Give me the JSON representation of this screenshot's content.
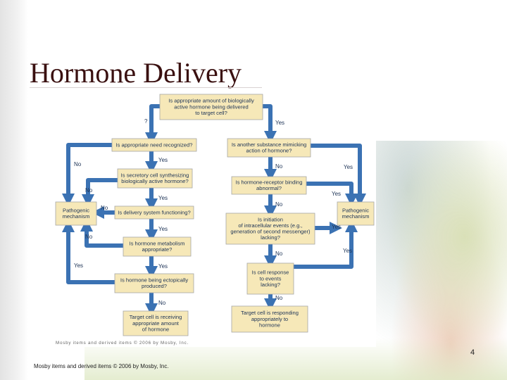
{
  "slide": {
    "title": "Hormone Delivery",
    "number": "4",
    "footer": "Mosby items and derived items © 2006 by Mosby, Inc."
  },
  "figure": {
    "credit": "Mosby items and derived items © 2006 by Mosby, Inc.",
    "nodes": [
      {
        "key": "start",
        "lines": [
          "Is appropriate amount of biologically",
          "active hormone being delivered",
          "to target cell?"
        ]
      },
      {
        "key": "need",
        "lines": [
          "Is appropriate need recognized?"
        ]
      },
      {
        "key": "secretory",
        "lines": [
          "Is secretory cell synthesizing",
          "biologically active hormone?"
        ]
      },
      {
        "key": "delivery",
        "lines": [
          "Is delivery system functioning?"
        ]
      },
      {
        "key": "metabolism",
        "lines": [
          "Is hormone metabolism",
          "appropriate?"
        ]
      },
      {
        "key": "ectopic",
        "lines": [
          "Is hormone being ectopically",
          "produced?"
        ]
      },
      {
        "key": "receiving",
        "lines": [
          "Target cell is receiving",
          "appropriate amount",
          "of hormone"
        ]
      },
      {
        "key": "mimicking",
        "lines": [
          "Is another substance mimicking",
          "action of hormone?"
        ]
      },
      {
        "key": "binding",
        "lines": [
          "Is hormone-receptor binding",
          "abnormal?"
        ]
      },
      {
        "key": "initiation",
        "lines": [
          "Is initiation",
          "of intracellular events (e.g.,",
          "generation of second messenger)",
          "lacking?"
        ]
      },
      {
        "key": "response",
        "lines": [
          "Is cell response",
          "to events",
          "lacking?"
        ]
      },
      {
        "key": "responding",
        "lines": [
          "Target cell is responding",
          "appropriately to",
          "hormone"
        ]
      },
      {
        "key": "patho_left",
        "lines": [
          "Pathogenic",
          "mechanism"
        ]
      },
      {
        "key": "patho_right",
        "lines": [
          "Pathogenic",
          "mechanism"
        ]
      }
    ],
    "labels": {
      "q": "?",
      "yes_start": "Yes",
      "no_need": "No",
      "yes_need": "Yes",
      "no_secretory": "No",
      "yes_secretory": "Yes",
      "no_delivery": "No",
      "yes_delivery": "Yes",
      "no_metabolism": "No",
      "yes_metabolism": "Yes",
      "yes_ectopic": "Yes",
      "no_ectopic": "No",
      "no_mimicking": "No",
      "yes_mimicking": "Yes",
      "yes_binding": "Yes",
      "no_binding": "No",
      "yes_initiation": "Yes",
      "no_initiation": "No",
      "yes_response": "Yes",
      "no_response": "No"
    }
  }
}
